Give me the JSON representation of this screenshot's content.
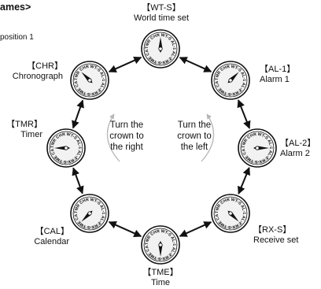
{
  "header": {
    "title": "ames>",
    "subtitle": "position 1"
  },
  "colors": {
    "ink": "#111111",
    "dial_face": "#f2f2f2",
    "dial_shade": "#cfcfcf",
    "arc": "#b5b5b5"
  },
  "dial_ring_text": "TMR CHR WT-S AL-1 AL-2 RX-S TME CAL",
  "modes": [
    {
      "id": "wt-s",
      "code": "【WT-S】",
      "name": "World time set"
    },
    {
      "id": "al-1",
      "code": "【AL-1】",
      "name": "Alarm 1"
    },
    {
      "id": "al-2",
      "code": "【AL-2】",
      "name": "Alarm 2"
    },
    {
      "id": "rx-s",
      "code": "【RX-S】",
      "name": "Receive set"
    },
    {
      "id": "tme",
      "code": "【TME】",
      "name": "Time"
    },
    {
      "id": "cal",
      "code": "【CAL】",
      "name": "Calendar"
    },
    {
      "id": "tmr",
      "code": "【TMR】",
      "name": "Timer"
    },
    {
      "id": "chr",
      "code": "【CHR】",
      "name": "Chronograph"
    }
  ],
  "instructions": {
    "right": [
      "Turn the",
      "crown to",
      "the right"
    ],
    "left": [
      "Turn the",
      "crown to",
      "the left"
    ]
  },
  "icons": [
    "watch-dial-icon",
    "double-arrow-icon",
    "curved-arrow-icon"
  ]
}
